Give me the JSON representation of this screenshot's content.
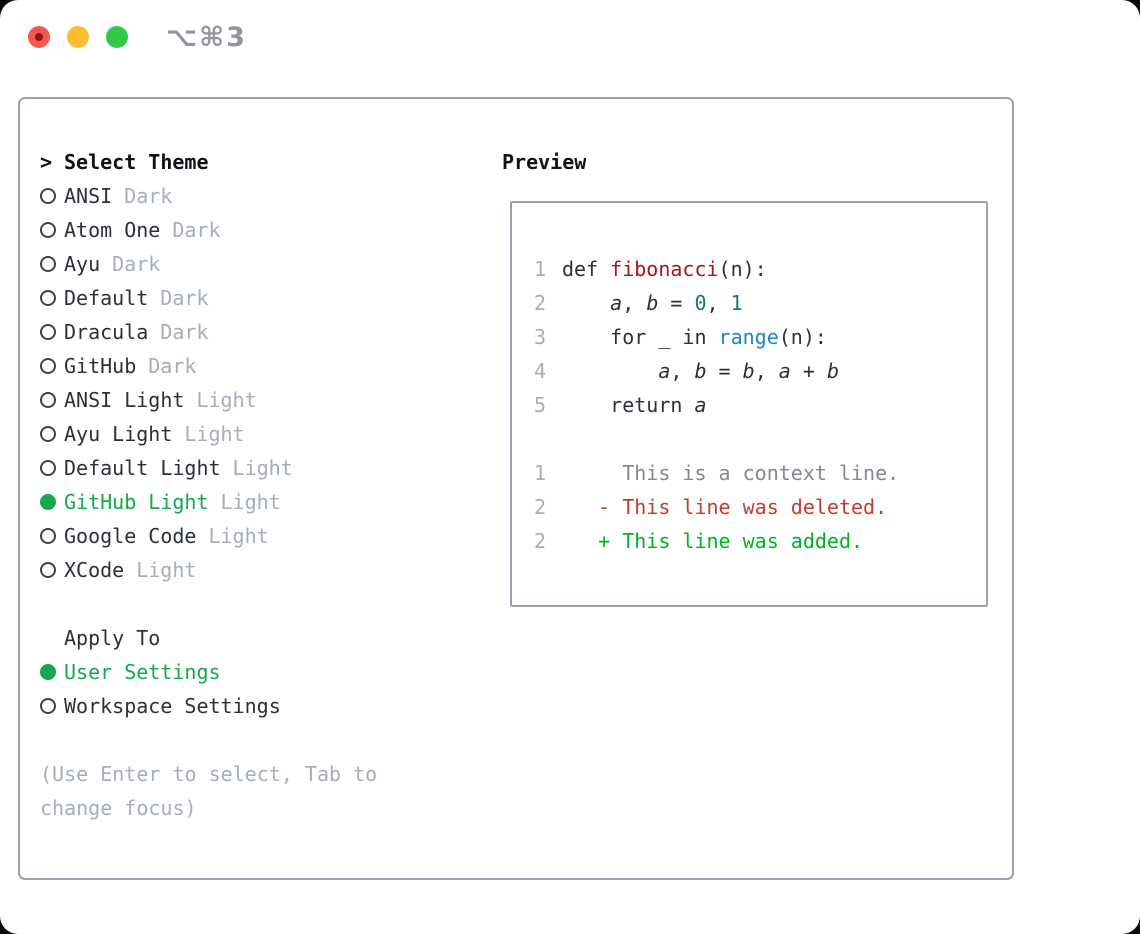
{
  "window": {
    "title": "⌥⌘3",
    "traffic_lights": [
      "close",
      "minimize",
      "zoom"
    ]
  },
  "theme_list": {
    "cursor": ">",
    "header": "Select Theme",
    "items": [
      {
        "name": "ANSI",
        "variant": "Dark",
        "selected": false
      },
      {
        "name": "Atom One",
        "variant": "Dark",
        "selected": false
      },
      {
        "name": "Ayu",
        "variant": "Dark",
        "selected": false
      },
      {
        "name": "Default",
        "variant": "Dark",
        "selected": false
      },
      {
        "name": "Dracula",
        "variant": "Dark",
        "selected": false
      },
      {
        "name": "GitHub",
        "variant": "Dark",
        "selected": false
      },
      {
        "name": "ANSI Light",
        "variant": "Light",
        "selected": false
      },
      {
        "name": "Ayu Light",
        "variant": "Light",
        "selected": false
      },
      {
        "name": "Default Light",
        "variant": "Light",
        "selected": false
      },
      {
        "name": "GitHub Light",
        "variant": "Light",
        "selected": true
      },
      {
        "name": "Google Code",
        "variant": "Light",
        "selected": false
      },
      {
        "name": "XCode",
        "variant": "Light",
        "selected": false
      }
    ]
  },
  "apply_to": {
    "header": "Apply To",
    "options": [
      {
        "label": "User Settings",
        "selected": true
      },
      {
        "label": "Workspace Settings",
        "selected": false
      }
    ]
  },
  "hint": "(Use Enter to select, Tab to change focus)",
  "preview": {
    "header": "Preview",
    "code_lines": [
      {
        "num": "1",
        "segments": [
          {
            "t": "def ",
            "c": "fg"
          },
          {
            "t": "fibonacci",
            "c": "func"
          },
          {
            "t": "(n):",
            "c": "fg"
          }
        ]
      },
      {
        "num": "2",
        "segments": [
          {
            "t": "    ",
            "c": "fg"
          },
          {
            "t": "a",
            "c": "fg",
            "i": true
          },
          {
            "t": ", ",
            "c": "fg"
          },
          {
            "t": "b",
            "c": "fg",
            "i": true
          },
          {
            "t": " = ",
            "c": "fg"
          },
          {
            "t": "0",
            "c": "num"
          },
          {
            "t": ", ",
            "c": "fg"
          },
          {
            "t": "1",
            "c": "num"
          }
        ]
      },
      {
        "num": "3",
        "segments": [
          {
            "t": "    for _ in ",
            "c": "fg"
          },
          {
            "t": "range",
            "c": "builtin"
          },
          {
            "t": "(n):",
            "c": "fg"
          }
        ]
      },
      {
        "num": "4",
        "segments": [
          {
            "t": "        ",
            "c": "fg"
          },
          {
            "t": "a",
            "c": "fg",
            "i": true
          },
          {
            "t": ", ",
            "c": "fg"
          },
          {
            "t": "b",
            "c": "fg",
            "i": true
          },
          {
            "t": " = ",
            "c": "fg"
          },
          {
            "t": "b",
            "c": "fg",
            "i": true
          },
          {
            "t": ", ",
            "c": "fg"
          },
          {
            "t": "a",
            "c": "fg",
            "i": true
          },
          {
            "t": " + ",
            "c": "fg"
          },
          {
            "t": "b",
            "c": "fg",
            "i": true
          }
        ]
      },
      {
        "num": "5",
        "segments": [
          {
            "t": "    return ",
            "c": "fg"
          },
          {
            "t": "a",
            "c": "fg",
            "i": true
          }
        ]
      }
    ],
    "diff_lines": [
      {
        "num": "1",
        "segments": [
          {
            "t": "     This is a context line.",
            "c": "ctx"
          }
        ]
      },
      {
        "num": "2",
        "segments": [
          {
            "t": "   - This line was deleted.",
            "c": "del"
          }
        ]
      },
      {
        "num": "2",
        "segments": [
          {
            "t": "   + This line was added.",
            "c": "add"
          }
        ]
      }
    ]
  },
  "colors": {
    "fg": "#2b3137",
    "heading": "#101418",
    "muted": "#a6aeb8",
    "context_gray": "#83898f",
    "func_red": "#a8141c",
    "num_teal": "#0e7b74",
    "builtin_blue": "#1b87c9",
    "select_green": "#13a94c",
    "added_green": "#00b321",
    "deleted_red": "#c63c2c",
    "border": "#99a1ac",
    "traffic_red": "#f6564f",
    "traffic_red_dot": "#8c1c13",
    "traffic_yellow": "#fdbd2e",
    "traffic_green": "#33c748",
    "title_gray": "#8e959c"
  }
}
